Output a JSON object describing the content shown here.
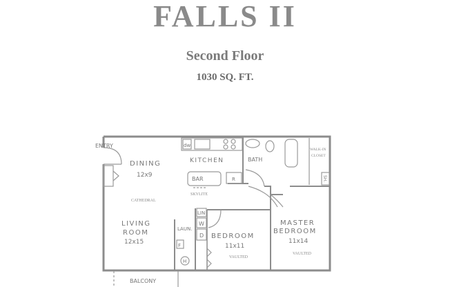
{
  "header": {
    "title": "FALLS II",
    "subtitle": "Second Floor",
    "area": "1030 SQ. FT."
  },
  "floorplan": {
    "labels": {
      "entry": "ENTRY",
      "dining": "DINING",
      "dining_size": "12x9",
      "cathedral": "CATHEDRAL",
      "kitchen": "KITCHEN",
      "dw": "dw",
      "bar": "BAR",
      "refrigerator": "R",
      "skylite": "SKYLITE",
      "bath": "BATH",
      "walk_in_closet_1": "WALK-IN",
      "walk_in_closet_2": "CLOSET",
      "shelf": "SH.",
      "living_1": "LIVING",
      "living_2": "ROOM",
      "living_size": "12x15",
      "linen": "LIN",
      "washer": "W",
      "dryer": "D",
      "laundry": "LAUN.",
      "furnace": "F",
      "heater": "H",
      "bedroom": "BEDROOM",
      "bedroom_size": "11x11",
      "bedroom_vaulted": "VAULTED",
      "master_1": "MASTER",
      "master_2": "BEDROOM",
      "master_size": "11x14",
      "master_vaulted": "VAULTED",
      "balcony": "BALCONY"
    }
  }
}
